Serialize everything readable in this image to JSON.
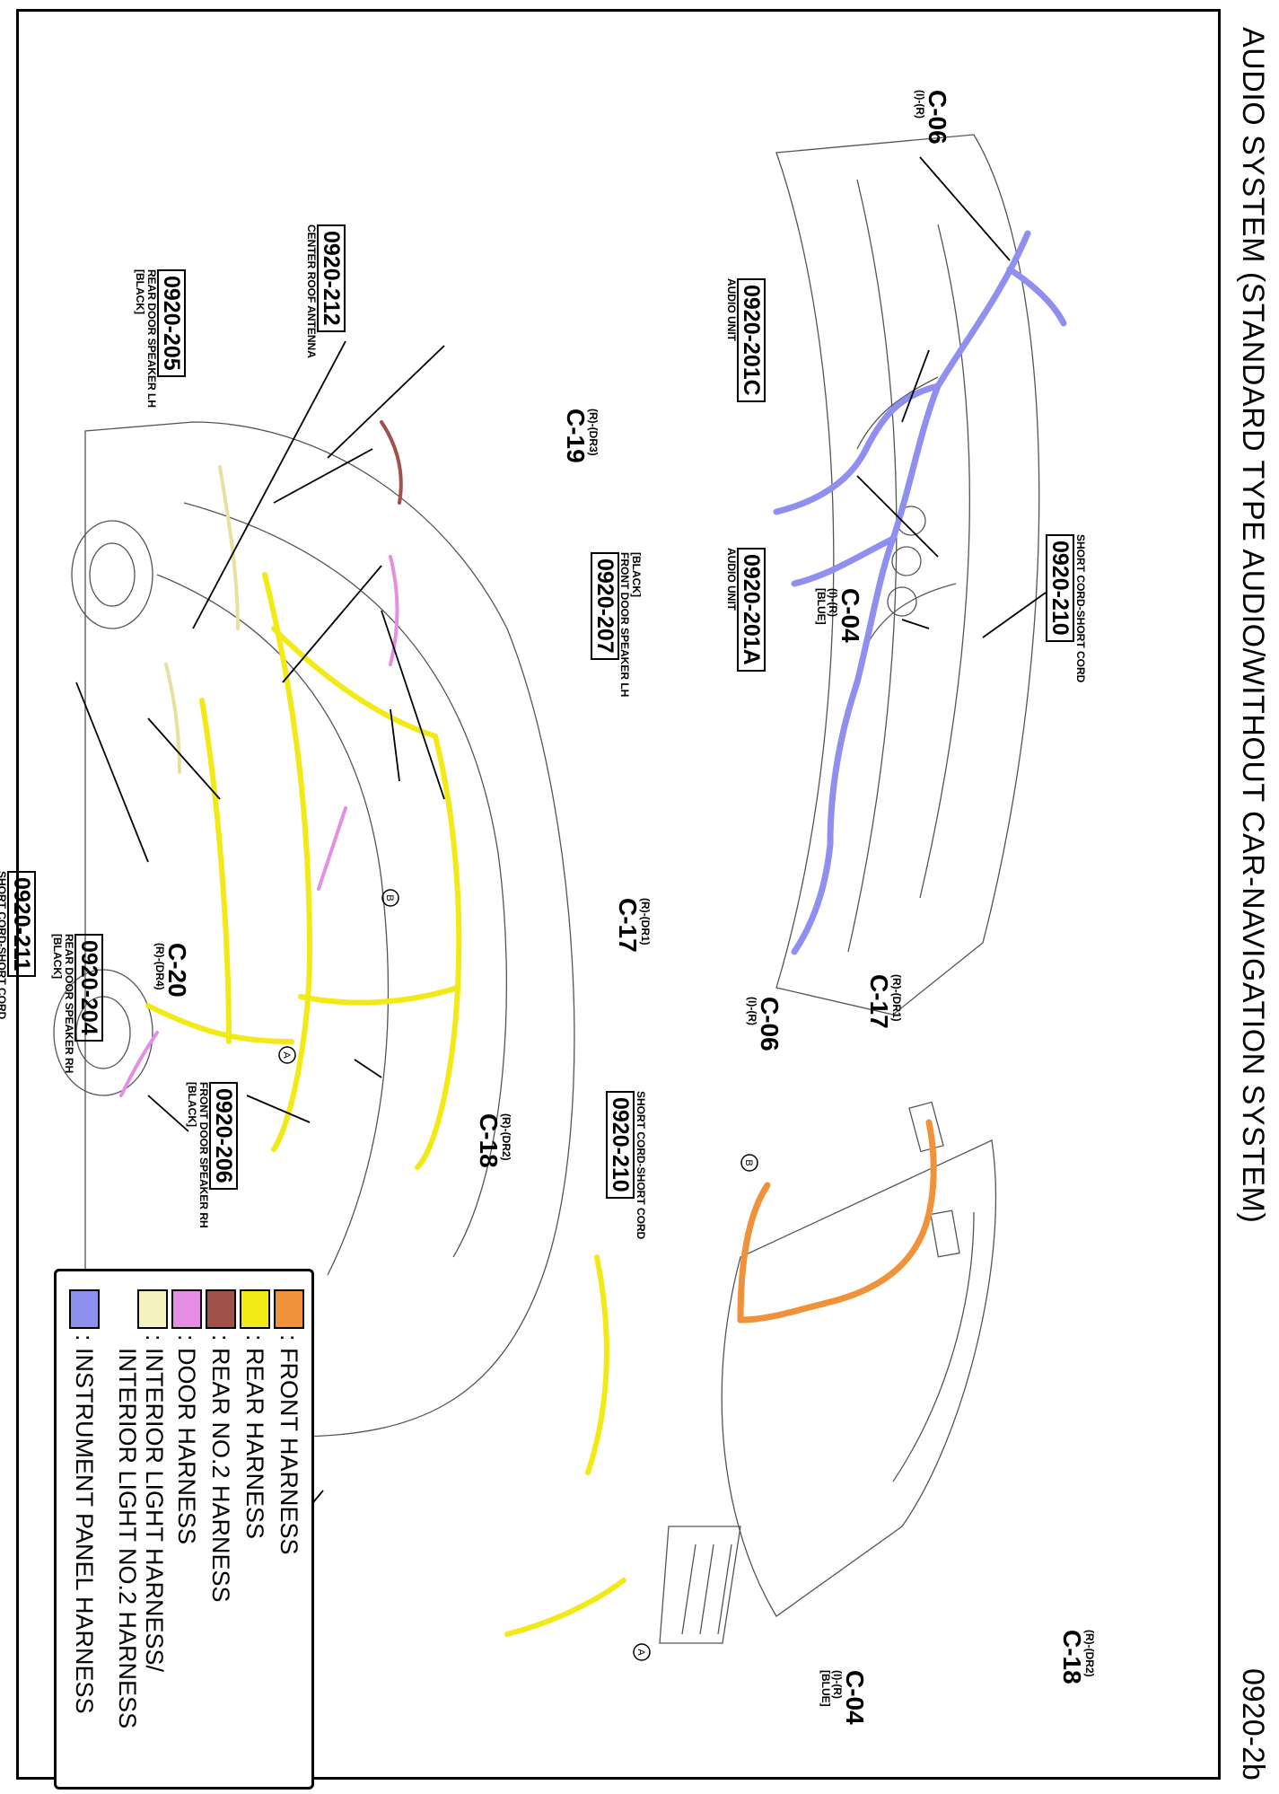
{
  "title": "AUDIO SYSTEM (STANDARD TYPE AUDIO/WITHOUT CAR-NAVIGATION SYSTEM)",
  "page_number": "0920-2b",
  "callouts": {
    "c06_top": {
      "conn": "C-06",
      "sub": "(I)-(R)"
    },
    "u201c": {
      "code": "0920-201C",
      "desc": "AUDIO UNIT"
    },
    "u201a": {
      "code": "0920-201A",
      "desc": "AUDIO UNIT"
    },
    "c04_top": {
      "conn": "C-04",
      "sub1": "(I)-(R)",
      "sub2": "[BLUE]"
    },
    "u210_top": {
      "code": "0920-210",
      "desc": "SHORT CORD-SHORT CORD"
    },
    "u212": {
      "code": "0920-212",
      "desc": "CENTER ROOF ANTENNA"
    },
    "u205": {
      "code": "0920-205",
      "desc1": "REAR DOOR SPEAKER LH",
      "desc2": "[BLACK]"
    },
    "u207": {
      "code": "0920-207",
      "desc1": "FRONT DOOR SPEAKER LH",
      "desc2": "[BLACK]"
    },
    "c19": {
      "conn": "C-19",
      "sub": "(R)-(DR3)"
    },
    "c17_mid": {
      "conn": "C-17",
      "sub": "(R)-(DR1)"
    },
    "c20": {
      "conn": "C-20",
      "sub": "(R)-(DR4)"
    },
    "u211": {
      "code": "0920-211",
      "desc": "SHORT CORD-SHORT CORD"
    },
    "u204": {
      "code": "0920-204",
      "desc1": "REAR DOOR SPEAKER RH",
      "desc2": "[BLACK]"
    },
    "u206": {
      "code": "0920-206",
      "desc1": "FRONT DOOR SPEAKER RH",
      "desc2": "[BLACK]"
    },
    "c18_mid": {
      "conn": "C-18",
      "sub": "(R)-(DR2)"
    },
    "u210_mid": {
      "code": "0920-210",
      "desc": "SHORT CORD-SHORT CORD"
    },
    "c17_r": {
      "conn": "C-17",
      "sub": "(R)-(DR1)"
    },
    "c06_r": {
      "conn": "C-06",
      "sub": "(I)-(R)"
    },
    "c18_r": {
      "conn": "C-18",
      "sub": "(R)-(DR2)"
    },
    "c04_r": {
      "conn": "C-04",
      "sub1": "(I)-(R)",
      "sub2": "[BLUE]"
    },
    "marker_a": "A",
    "marker_b": "B"
  },
  "legend": [
    {
      "label": ": FRONT HARNESS",
      "color": "#f0923a"
    },
    {
      "label": ": REAR HARNESS",
      "color": "#f2ea14"
    },
    {
      "label": ": REAR NO.2 HARNESS",
      "color": "#a0524a"
    },
    {
      "label": ": DOOR HARNESS",
      "color": "#e48ee4"
    },
    {
      "label": ": INTERIOR LIGHT HARNESS/\n  INTERIOR LIGHT NO.2 HARNESS",
      "color": "#f6f2be"
    },
    {
      "label": ": INSTRUMENT PANEL HARNESS",
      "color": "#8f8ff0"
    }
  ]
}
